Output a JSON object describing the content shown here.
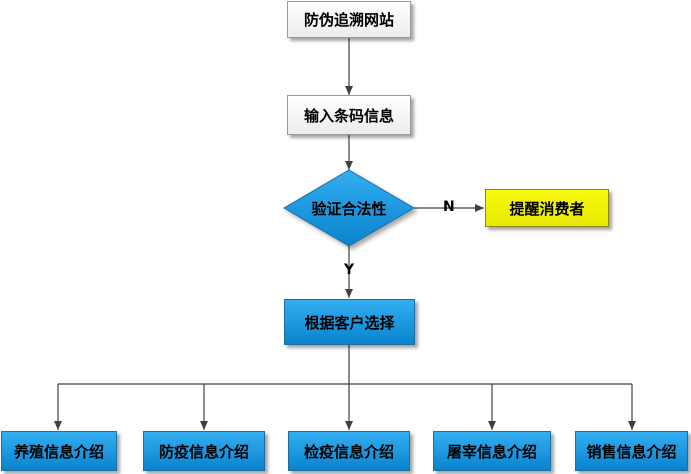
{
  "diagram": {
    "nodes": {
      "anti_fake_site": "防伪追溯网站",
      "input_barcode": "输入条码信息",
      "verify_legality": "验证合法性",
      "remind_consumer": "提醒消费者",
      "choose_by_customer": "根据客户选择"
    },
    "edge_labels": {
      "no": "N",
      "yes": "Y"
    },
    "leaves": [
      {
        "id": "breeding",
        "label": "养殖信息介绍"
      },
      {
        "id": "epidemic_prevention",
        "label": "防疫信息介绍"
      },
      {
        "id": "quarantine",
        "label": "检疫信息介绍"
      },
      {
        "id": "slaughter",
        "label": "屠宰信息介绍"
      },
      {
        "id": "sales",
        "label": "销售信息介绍"
      }
    ],
    "colors": {
      "blue_fill": "#1a96e0",
      "yellow_fill": "#f2f200",
      "white_fill": "#ffffff",
      "line": "#404040"
    }
  }
}
